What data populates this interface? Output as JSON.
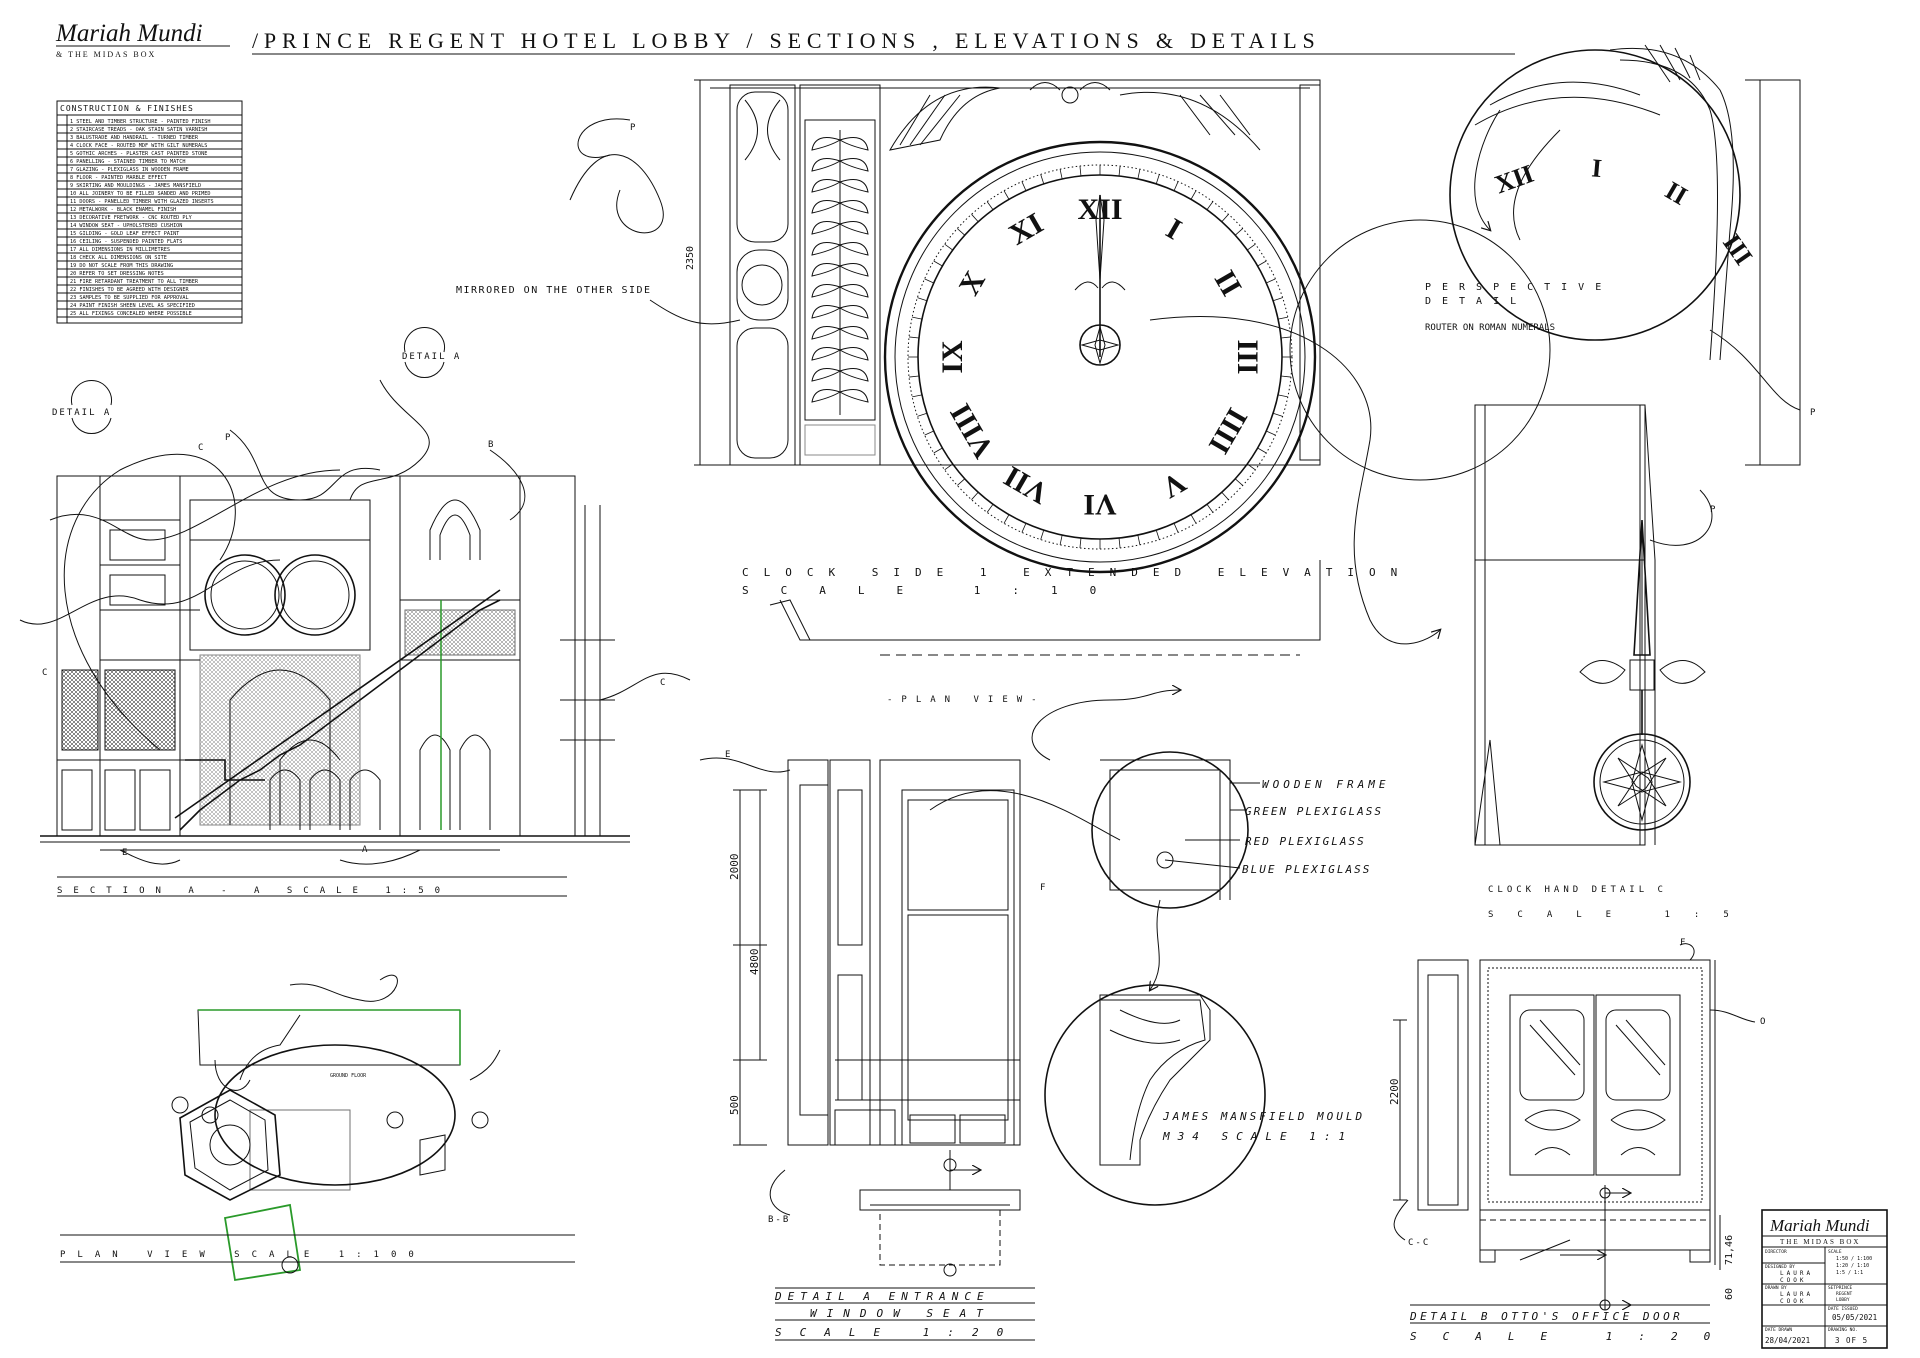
{
  "header": {
    "logo_title": "Mariah Mundi",
    "logo_subtitle": "& THE MIDAS BOX",
    "sheet_title": "/PRINCE REGENT HOTEL LOBBY / SECTIONS , ELEVATIONS & DETAILS"
  },
  "notes": {
    "title": "CONSTRUCTION & FINISHES",
    "lines": [
      "1  STEEL AND TIMBER STRUCTURE - PAINTED FINISH",
      "2  STAIRCASE TREADS - OAK STAIN SATIN VARNISH",
      "3  BALUSTRADE AND HANDRAIL - TURNED TIMBER",
      "4  CLOCK FACE - ROUTED MDF WITH GILT NUMERALS",
      "5  GOTHIC ARCHES - PLASTER CAST PAINTED STONE",
      "6  PANELLING - STAINED TIMBER TO MATCH",
      "7  GLAZING - PLEXIGLASS IN WOODEN FRAME",
      "8  FLOOR - PAINTED MARBLE EFFECT",
      "9  SKIRTING AND MOULDINGS - JAMES MANSFIELD",
      "10 ALL JOINERY TO BE FILLED SANDED AND PRIMED",
      "11 DOORS - PANELLED TIMBER WITH GLAZED INSERTS",
      "12 METALWORK - BLACK ENAMEL FINISH",
      "13 DECORATIVE FRETWORK - CNC ROUTED PLY",
      "14 WINDOW SEAT - UPHOLSTERED CUSHION",
      "15 GILDING - GOLD LEAF EFFECT PAINT",
      "16 CEILING - SUSPENDED PAINTED FLATS",
      "17 ALL DIMENSIONS IN MILLIMETRES",
      "18 CHECK ALL DIMENSIONS ON SITE",
      "19 DO NOT SCALE FROM THIS DRAWING",
      "20 REFER TO SET DRESSING NOTES",
      "21 FIRE RETARDANT TREATMENT TO ALL TIMBER",
      "22 FINISHES TO BE AGREED WITH DESIGNER",
      "23 SAMPLES TO BE SUPPLIED FOR APPROVAL",
      "24 PAINT FINISH SHEEN LEVEL AS SPECIFIED",
      "25 ALL FIXINGS CONCEALED WHERE POSSIBLE"
    ]
  },
  "labels": {
    "detail_a_1": "DETAIL A",
    "detail_a_2": "DETAIL A",
    "mirrored": "MIRRORED ON THE OTHER SIDE",
    "perspective_1": "PERSPECTIVE",
    "perspective_2": "DETAIL",
    "router": "ROUTER ON ROMAN NUMERALS",
    "clock_elev_1": "CLOCK SIDE 1 EXTENDED ELEVATION",
    "clock_elev_2": "SCALE 1:10",
    "plan_view_label": "-PLAN VIEW-",
    "section_title": "SECTION A - A SCALE 1:50",
    "plan_view_title": "PLAN VIEW SCALE 1:100",
    "wooden_frame": "WOODEN FRAME",
    "green_plexi": "GREEN PLEXIGLASS",
    "red_plexi": "RED PLEXIGLASS",
    "blue_plexi": "BLUE PLEXIGLASS",
    "clock_hand_1": "CLOCK HAND DETAIL C",
    "clock_hand_2": "SCALE 1:5",
    "mould_1": "JAMES MANSFIELD MOULD",
    "mould_2": "M34 SCALE 1:1",
    "detail_entr_1": "DETAIL A ENTRANCE",
    "detail_entr_2": "WINDOW SEAT",
    "detail_entr_3": "SCALE 1:20",
    "detail_otto_1": "DETAIL B OTTO'S OFFICE DOOR",
    "detail_otto_2": "SCALE 1:20",
    "bb": "B-B",
    "cc": "C-C",
    "p": "P",
    "a": "A",
    "b": "B",
    "c": "C",
    "e": "E",
    "f": "F",
    "o": "O",
    "ground_floor": "GROUND FLOOR"
  },
  "dimensions": {
    "d2350": "2350",
    "d2000": "2000",
    "d4800": "4800",
    "d500": "500",
    "d2200": "2200",
    "d60": "60",
    "d7146": "71,46"
  },
  "clock": {
    "numerals": [
      "XII",
      "I",
      "II",
      "III",
      "IIII",
      "V",
      "VI",
      "VII",
      "VIII",
      "IX",
      "X",
      "XI"
    ],
    "persp_numerals": [
      "XII",
      "I",
      "II",
      "III"
    ]
  },
  "title_block": {
    "logo_title": "Mariah Mundi",
    "logo_subtitle": "THE MIDAS BOX",
    "director_label": "DIRECTOR",
    "scale_label": "SCALE",
    "scale_value_1": "1:50 / 1:100",
    "scale_value_2": "1:20 / 1:10",
    "scale_value_3": "1:5 / 1:1",
    "designed_label": "DESIGNED BY",
    "designed_value_1": "LAURA",
    "designed_value_2": "COOK",
    "set_label": "SET",
    "set_value_1": "PRINCE",
    "set_value_2": "REGENT",
    "set_value_3": "LOBBY",
    "drawn_label": "DRAWN BY",
    "drawn_value_1": "LAURA",
    "drawn_value_2": "COOK",
    "issued_label": "DATE ISSUED",
    "issued_value": "05/05/2021",
    "date_drawn_label": "DATE DRAWN",
    "date_drawn_value": "28/04/2021",
    "drawing_no_label": "DRAWING NO.",
    "drawing_no_value": "3 OF 5"
  }
}
